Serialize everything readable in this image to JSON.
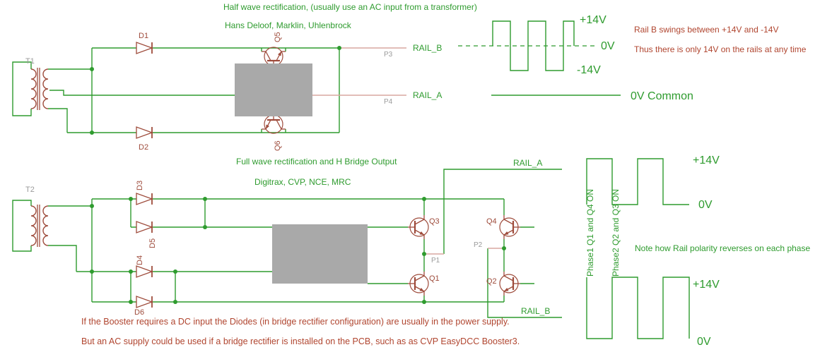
{
  "colors": {
    "wire_green": "#2e9b2e",
    "component_red": "#9e4b3b",
    "note_red": "#b0452f",
    "rail_pink": "#d9a7a0",
    "block_gray": "#a9a9a9",
    "pin_label_gray": "#9b9b9b"
  },
  "half_wave": {
    "title": "Half wave rectification, (usually use an AC input from a transformer)",
    "subtitle": "Hans Deloof, Marklin, Uhlenbrock",
    "transformer_label": "T1",
    "d1": "D1",
    "d2": "D2",
    "q5": "Q5",
    "q6": "Q6",
    "p3": "P3",
    "p4": "P4",
    "rail_b": "RAIL_B",
    "rail_a": "RAIL_A",
    "wave": {
      "high": "+14V",
      "mid": "0V",
      "low": "-14V"
    },
    "common": "0V Common",
    "note1": "Rail B swings between +14V and -14V",
    "note2": "Thus there is only 14V on the rails at any time"
  },
  "full_wave": {
    "title": "Full wave rectification and H Bridge Output",
    "subtitle": "Digitrax, CVP, NCE, MRC",
    "transformer_label": "T2",
    "d3": "D3",
    "d4": "D4",
    "d5": "D5",
    "d6": "D6",
    "q1": "Q1",
    "q2": "Q2",
    "q3": "Q3",
    "q4": "Q4",
    "p1": "P1",
    "p2": "P2",
    "rail_a": "RAIL_A",
    "rail_b": "RAIL_B",
    "wave_top": {
      "high": "+14V",
      "low": "0V"
    },
    "wave_bottom": {
      "high": "+14V",
      "low": "0V"
    },
    "phase1": "Phase1 Q1 and Q4 ON",
    "phase2": "Phase2 Q2 and Q3 ON",
    "note": "Note how Rail polarity reverses on each phase"
  },
  "footer": {
    "note1": "If the Booster requires a DC input the Diodes (in bridge rectifier configuration) are usually in the power supply.",
    "note2": "But an AC supply could be used if a bridge rectifier is installed on the PCB, such as as CVP EasyDCC Booster3."
  }
}
